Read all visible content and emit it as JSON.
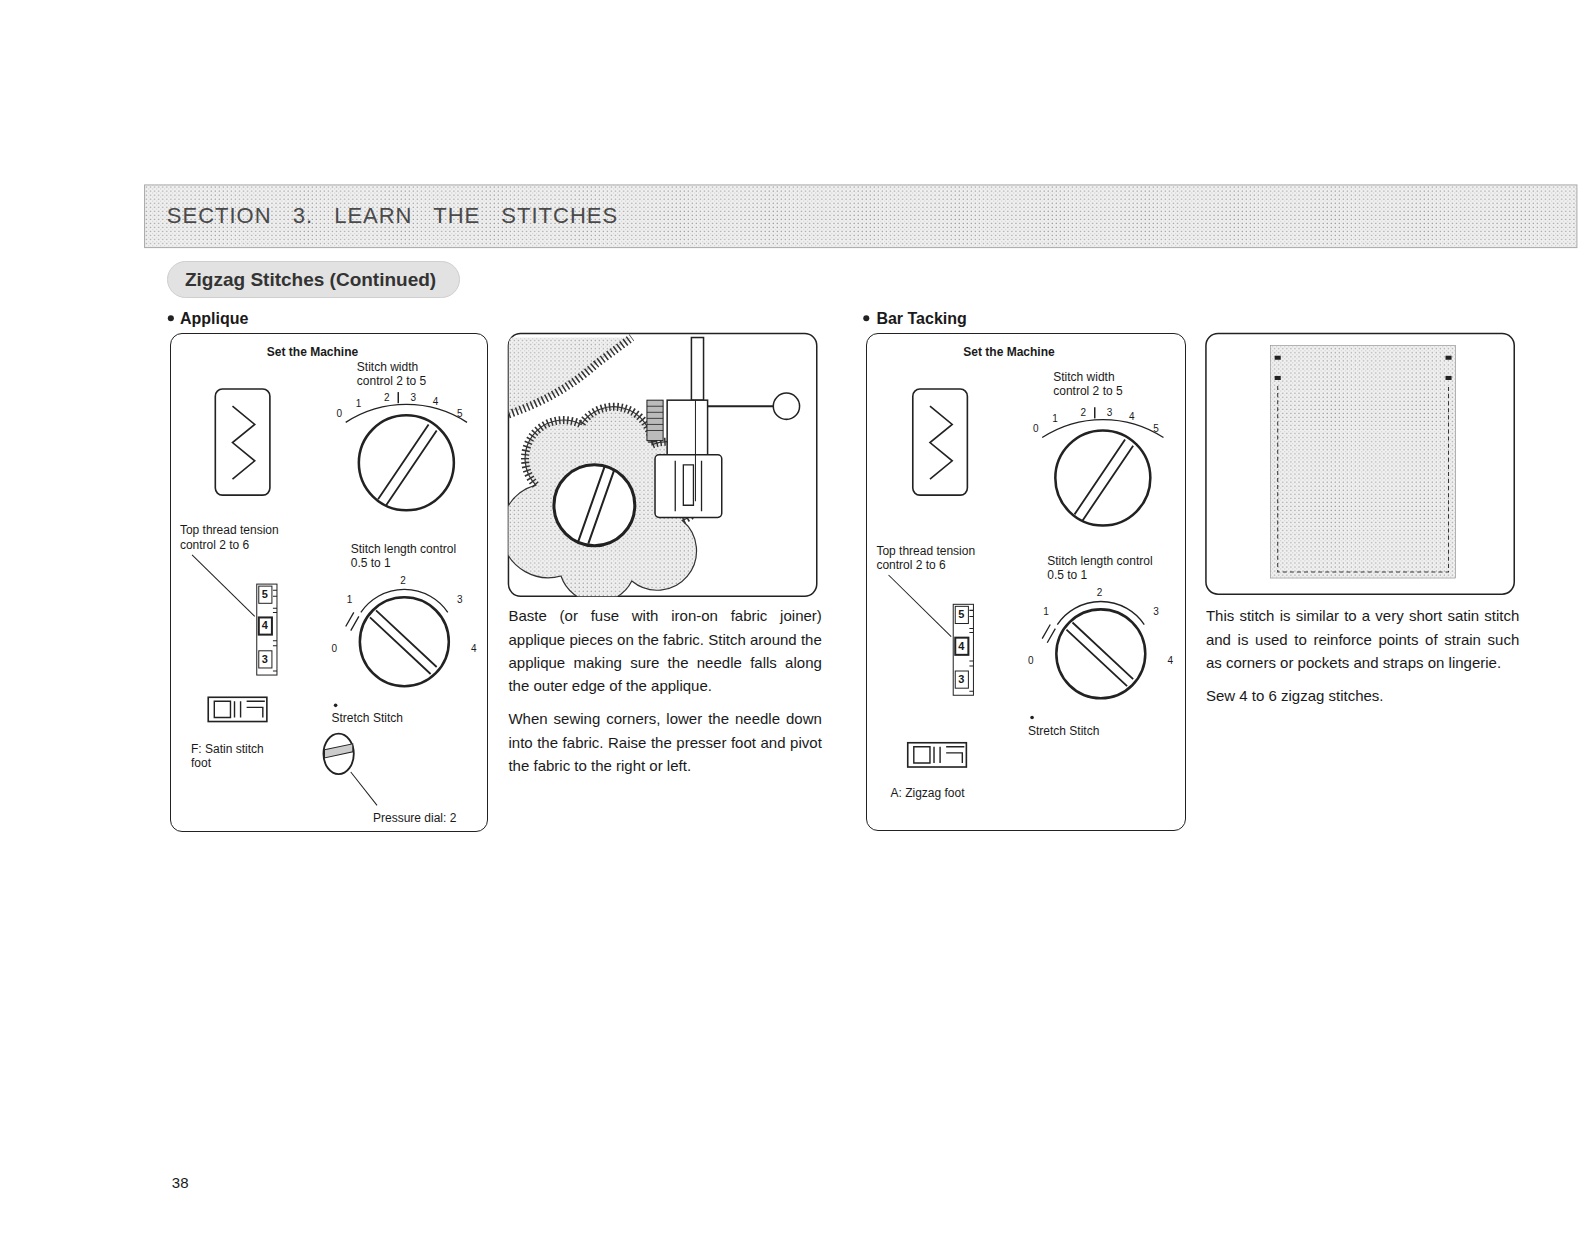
{
  "diagram": {
    "title": "SECTION 3. LEARN THE STITCHES",
    "nodes": [
      {
        "text": [
          "Zigzag Stitches (Continued)"
        ]
      },
      {
        "text": [
          "Applique",
          "Set the Machine",
          "Stitch width control 2 to 5",
          "Top thread tension control 2 to 6",
          "Stitch length control 0.5 to 1",
          "Stretch Stitch",
          "F: Satin stitch foot",
          "Pressure dial: 2"
        ]
      },
      {
        "text": [
          "Bar Tacking",
          "Set the Machine",
          "Stitch width control 2 to 5",
          "Top thread tension control 2 to 6",
          "Stitch length control 0.5 to 1",
          "Stretch Stitch",
          "A: Zigzag foot"
        ]
      }
    ],
    "labels": [
      "0",
      "1",
      "2",
      "3",
      "4",
      "5",
      "5",
      "4",
      "3",
      "0",
      "1",
      "2",
      "3",
      "4",
      "Baste (or fuse with iron-on fabric joiner) applique pieces on the fabric. Stitch around the applique making sure the needle falls along the outer edge of the applique.",
      "When sewing corners, lower the needle down into the fabric. Raise the presser foot and pivot the fabric to the right or left.",
      "0",
      "1",
      "2",
      "3",
      "4",
      "5",
      "5",
      "4",
      "3",
      "0",
      "1",
      "2",
      "3",
      "4",
      "This stitch is similar to a very short satin stitch and is used to reinforce points of strain such as corners or pockets and straps on lingerie.",
      "Sew 4 to 6 zigzag stitches.",
      "38"
    ]
  }
}
